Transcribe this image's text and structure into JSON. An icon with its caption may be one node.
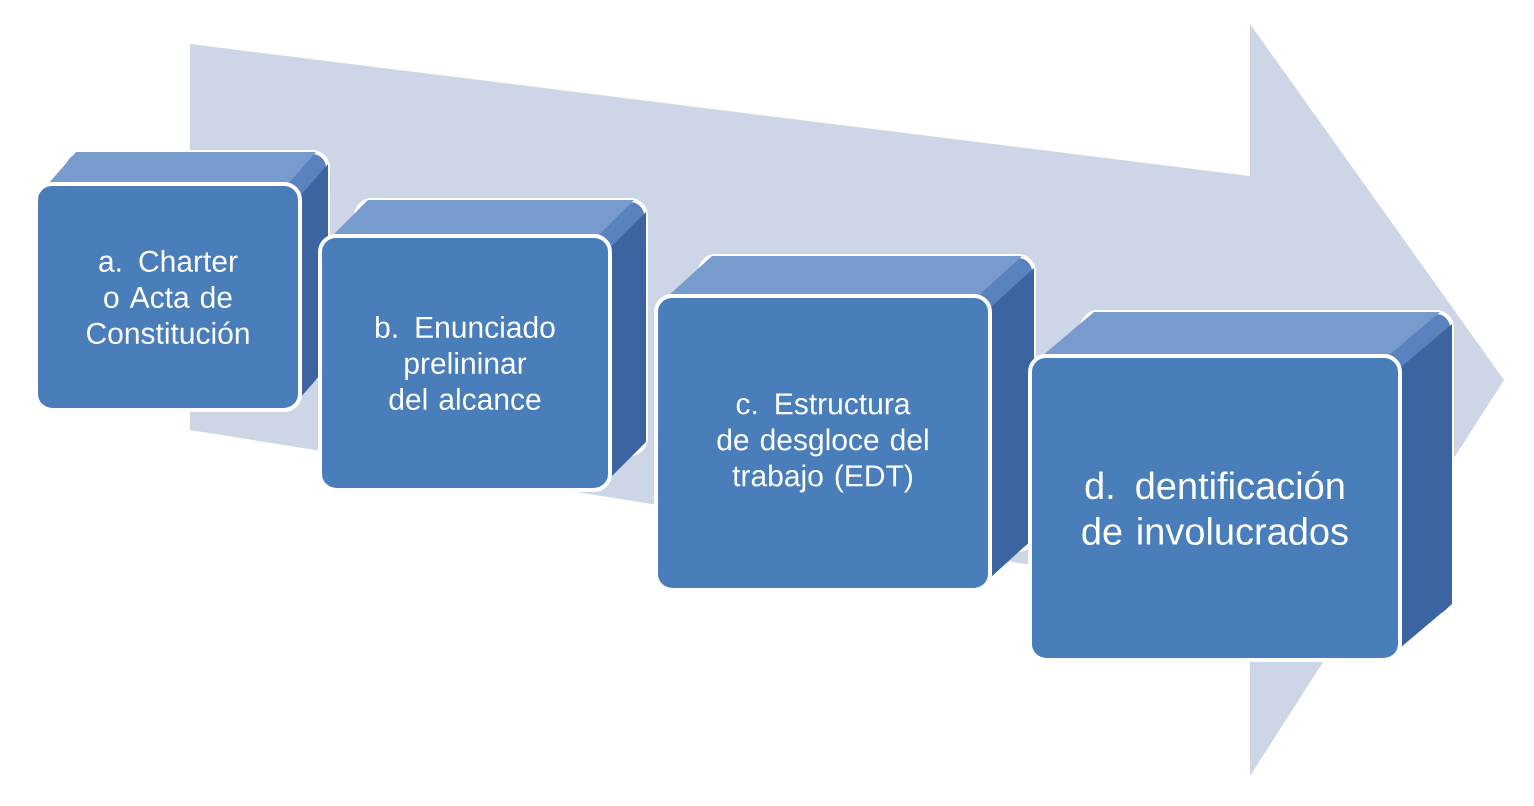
{
  "diagram": {
    "nodes": [
      {
        "text": [
          "a. Charter o Acta de Constitución"
        ]
      },
      {
        "text": [
          "b. Enunciado prelininar del alcance"
        ]
      },
      {
        "text": [
          "c. Estructura de desgloce del trabajo (EDT)"
        ]
      },
      {
        "text": [
          "d. dentificación de involucrados"
        ]
      }
    ]
  }
}
